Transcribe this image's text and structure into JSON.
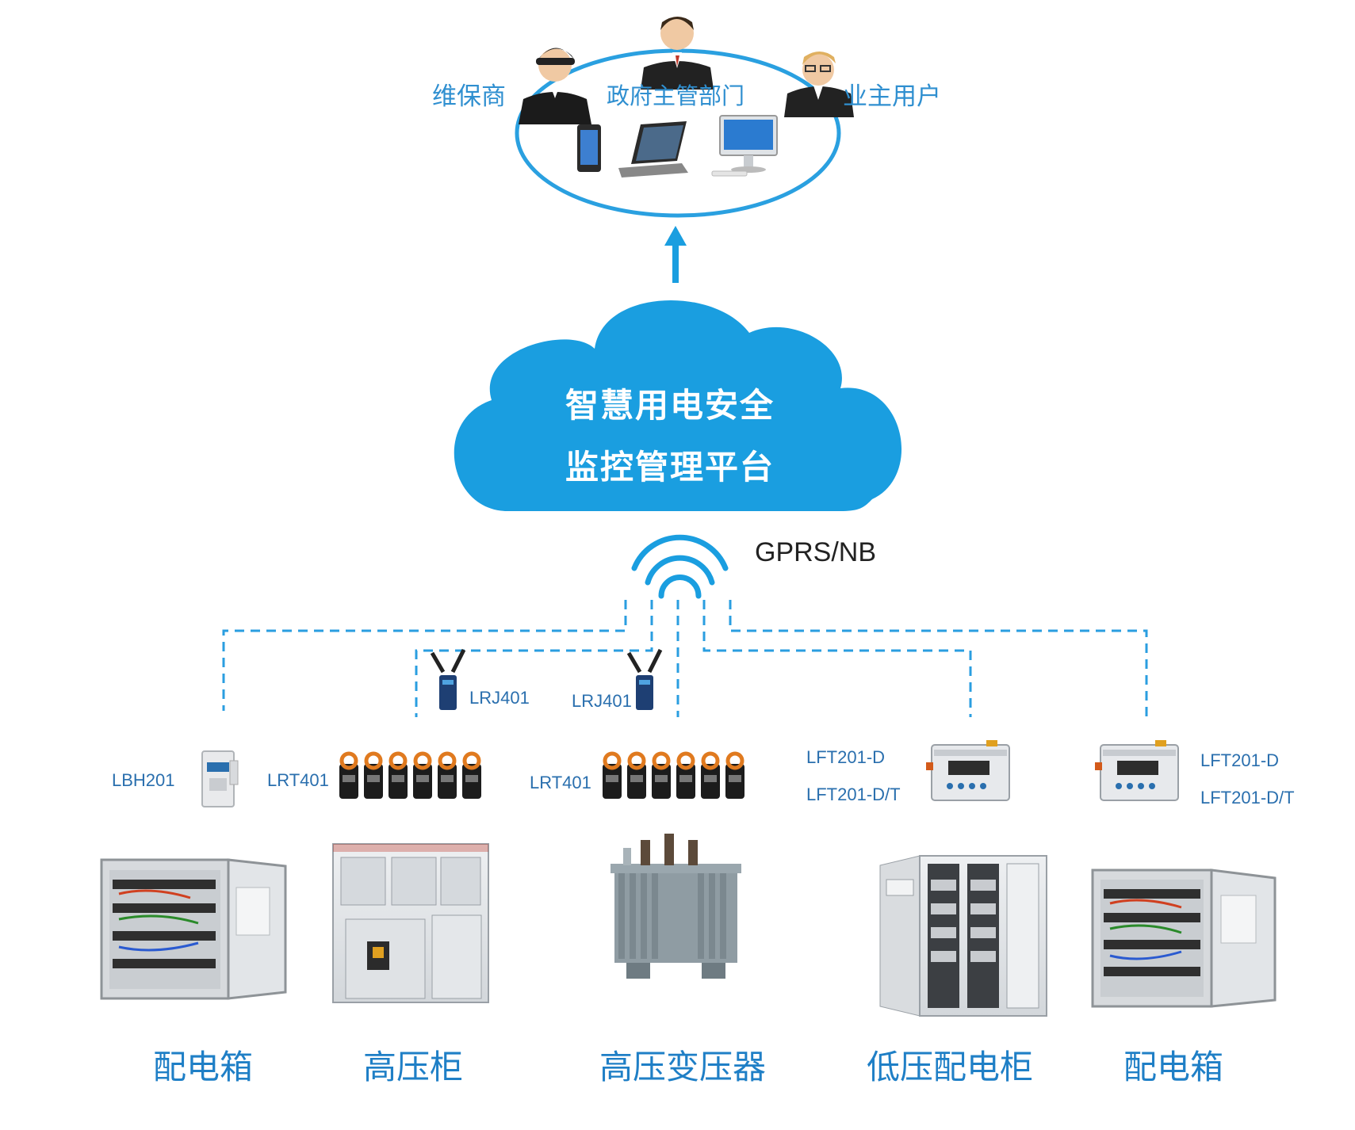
{
  "users": {
    "maintainer": "维保商",
    "government": "政府主管部门",
    "owner": "业主用户"
  },
  "platform": {
    "line1": "智慧用电安全",
    "line2": "监控管理平台"
  },
  "network": {
    "label": "GPRS/NB"
  },
  "devices": {
    "lrj_left": "LRJ401",
    "lrj_right": "LRJ401",
    "lbh": "LBH201",
    "lrt_left": "LRT401",
    "lrt_right": "LRT401",
    "lft_left_1": "LFT201-D",
    "lft_left_2": "LFT201-D/T",
    "lft_right_1": "LFT201-D",
    "lft_right_2": "LFT201-D/T"
  },
  "equipment": {
    "dist_box_left": "配电箱",
    "hv_cabinet": "高压柜",
    "transformer": "高压变压器",
    "lv_cabinet": "低压配电柜",
    "dist_box_right": "配电箱"
  },
  "colors": {
    "cloud": "#1a9ee0",
    "ellipse": "#2aa0e0",
    "dashed": "#2a9ee0",
    "label_blue": "#2f8fd0"
  }
}
